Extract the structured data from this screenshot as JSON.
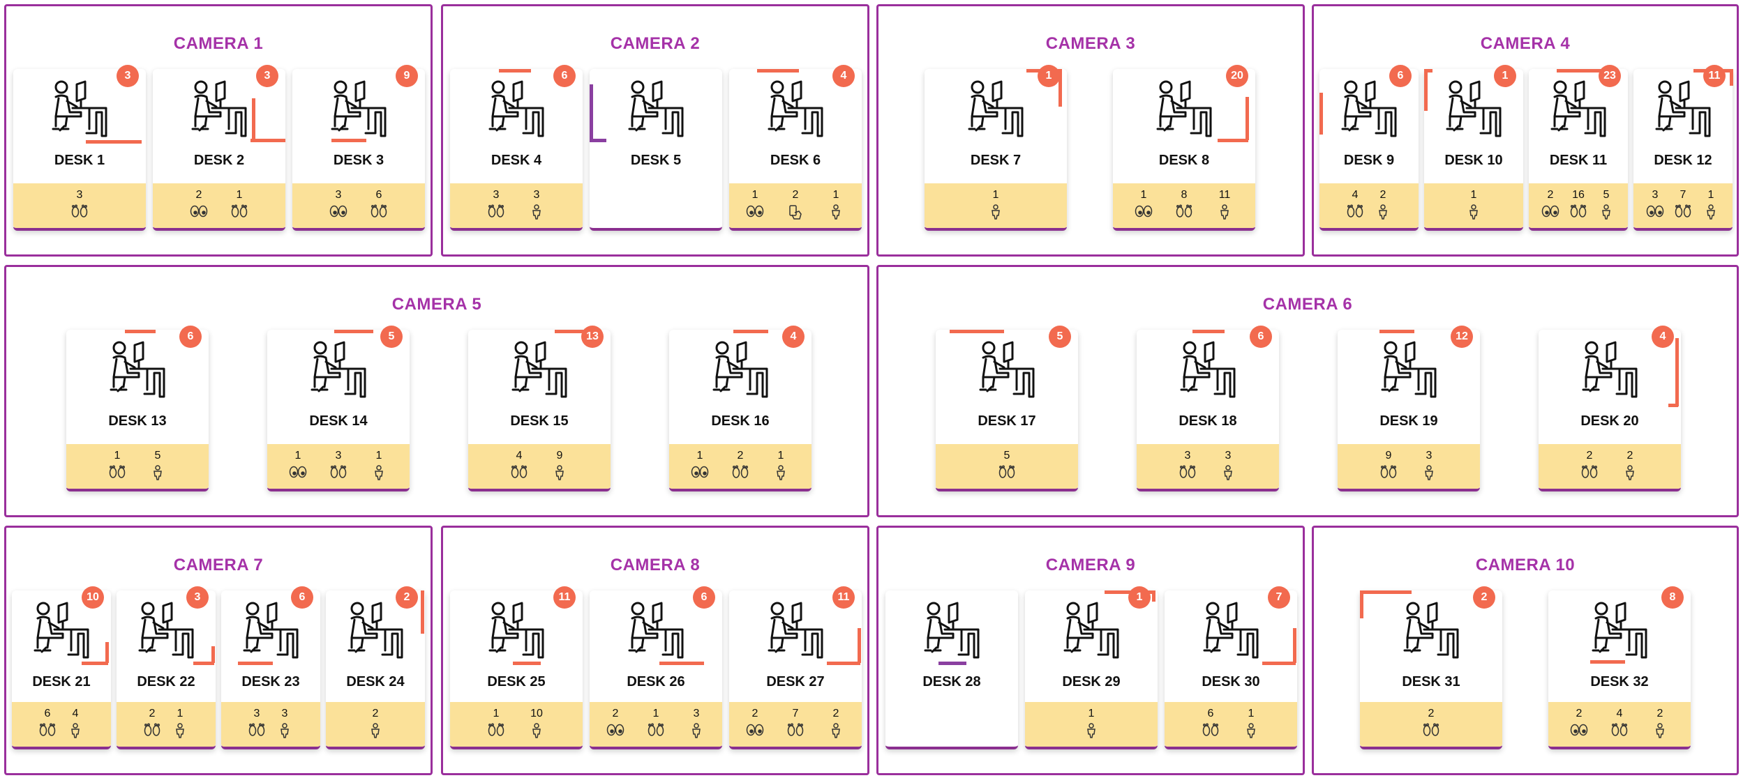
{
  "cameras": [
    {
      "title": "CAMERA 1",
      "desks": [
        {
          "name": "DESK 1",
          "badge": "3",
          "stats": [
            {
              "value": "3",
              "icon": "feet-icon"
            }
          ]
        },
        {
          "name": "DESK 2",
          "badge": "3",
          "stats": [
            {
              "value": "2",
              "icon": "eyes-icon"
            },
            {
              "value": "1",
              "icon": "feet-icon"
            }
          ]
        },
        {
          "name": "DESK 3",
          "badge": "9",
          "stats": [
            {
              "value": "3",
              "icon": "eyes-icon"
            },
            {
              "value": "6",
              "icon": "feet-icon"
            }
          ]
        }
      ]
    },
    {
      "title": "CAMERA 2",
      "desks": [
        {
          "name": "DESK 4",
          "badge": "6",
          "stats": [
            {
              "value": "3",
              "icon": "feet-icon"
            },
            {
              "value": "3",
              "icon": "person-icon"
            }
          ]
        },
        {
          "name": "DESK 5",
          "badge": null,
          "stats": []
        },
        {
          "name": "DESK 6",
          "badge": "4",
          "stats": [
            {
              "value": "1",
              "icon": "eyes-icon"
            },
            {
              "value": "2",
              "icon": "hand-phone-icon"
            },
            {
              "value": "1",
              "icon": "person-icon"
            }
          ]
        }
      ]
    },
    {
      "title": "CAMERA 3",
      "desks": [
        {
          "name": "DESK 7",
          "badge": "1",
          "stats": [
            {
              "value": "1",
              "icon": "person-icon"
            }
          ]
        },
        {
          "name": "DESK 8",
          "badge": "20",
          "stats": [
            {
              "value": "1",
              "icon": "eyes-icon"
            },
            {
              "value": "8",
              "icon": "feet-icon"
            },
            {
              "value": "11",
              "icon": "person-icon"
            }
          ]
        }
      ]
    },
    {
      "title": "CAMERA 4",
      "desks": [
        {
          "name": "DESK 9",
          "badge": "6",
          "stats": [
            {
              "value": "4",
              "icon": "feet-icon"
            },
            {
              "value": "2",
              "icon": "person-icon"
            }
          ]
        },
        {
          "name": "DESK 10",
          "badge": "1",
          "stats": [
            {
              "value": "1",
              "icon": "person-icon"
            }
          ]
        },
        {
          "name": "DESK 11",
          "badge": "23",
          "stats": [
            {
              "value": "2",
              "icon": "eyes-icon"
            },
            {
              "value": "16",
              "icon": "feet-icon"
            },
            {
              "value": "5",
              "icon": "person-icon"
            }
          ]
        },
        {
          "name": "DESK 12",
          "badge": "11",
          "stats": [
            {
              "value": "3",
              "icon": "eyes-icon"
            },
            {
              "value": "7",
              "icon": "feet-icon"
            },
            {
              "value": "1",
              "icon": "person-icon"
            }
          ]
        }
      ]
    },
    {
      "title": "CAMERA 5",
      "desks": [
        {
          "name": "DESK 13",
          "badge": "6",
          "stats": [
            {
              "value": "1",
              "icon": "feet-icon"
            },
            {
              "value": "5",
              "icon": "person-icon"
            }
          ]
        },
        {
          "name": "DESK 14",
          "badge": "5",
          "stats": [
            {
              "value": "1",
              "icon": "eyes-icon"
            },
            {
              "value": "3",
              "icon": "feet-icon"
            },
            {
              "value": "1",
              "icon": "person-icon"
            }
          ]
        },
        {
          "name": "DESK 15",
          "badge": "13",
          "stats": [
            {
              "value": "4",
              "icon": "feet-icon"
            },
            {
              "value": "9",
              "icon": "person-icon"
            }
          ]
        },
        {
          "name": "DESK 16",
          "badge": "4",
          "stats": [
            {
              "value": "1",
              "icon": "eyes-icon"
            },
            {
              "value": "2",
              "icon": "feet-icon"
            },
            {
              "value": "1",
              "icon": "person-icon"
            }
          ]
        }
      ]
    },
    {
      "title": "CAMERA 6",
      "desks": [
        {
          "name": "DESK 17",
          "badge": "5",
          "stats": [
            {
              "value": "5",
              "icon": "feet-icon"
            }
          ]
        },
        {
          "name": "DESK 18",
          "badge": "6",
          "stats": [
            {
              "value": "3",
              "icon": "feet-icon"
            },
            {
              "value": "3",
              "icon": "person-icon"
            }
          ]
        },
        {
          "name": "DESK 19",
          "badge": "12",
          "stats": [
            {
              "value": "9",
              "icon": "feet-icon"
            },
            {
              "value": "3",
              "icon": "person-icon"
            }
          ]
        },
        {
          "name": "DESK 20",
          "badge": "4",
          "stats": [
            {
              "value": "2",
              "icon": "feet-icon"
            },
            {
              "value": "2",
              "icon": "person-icon"
            }
          ]
        }
      ]
    },
    {
      "title": "CAMERA 7",
      "desks": [
        {
          "name": "DESK 21",
          "badge": "10",
          "stats": [
            {
              "value": "6",
              "icon": "feet-icon"
            },
            {
              "value": "4",
              "icon": "person-icon"
            }
          ]
        },
        {
          "name": "DESK 22",
          "badge": "3",
          "stats": [
            {
              "value": "2",
              "icon": "feet-icon"
            },
            {
              "value": "1",
              "icon": "person-icon"
            }
          ]
        },
        {
          "name": "DESK 23",
          "badge": "6",
          "stats": [
            {
              "value": "3",
              "icon": "feet-icon"
            },
            {
              "value": "3",
              "icon": "person-icon"
            }
          ]
        },
        {
          "name": "DESK 24",
          "badge": "2",
          "stats": [
            {
              "value": "2",
              "icon": "person-icon"
            }
          ]
        }
      ]
    },
    {
      "title": "CAMERA 8",
      "desks": [
        {
          "name": "DESK 25",
          "badge": "11",
          "stats": [
            {
              "value": "1",
              "icon": "feet-icon"
            },
            {
              "value": "10",
              "icon": "person-icon"
            }
          ]
        },
        {
          "name": "DESK 26",
          "badge": "6",
          "stats": [
            {
              "value": "2",
              "icon": "eyes-icon"
            },
            {
              "value": "1",
              "icon": "feet-icon"
            },
            {
              "value": "3",
              "icon": "person-icon"
            }
          ]
        },
        {
          "name": "DESK 27",
          "badge": "11",
          "stats": [
            {
              "value": "2",
              "icon": "eyes-icon"
            },
            {
              "value": "7",
              "icon": "feet-icon"
            },
            {
              "value": "2",
              "icon": "person-icon"
            }
          ]
        }
      ]
    },
    {
      "title": "CAMERA 9",
      "desks": [
        {
          "name": "DESK 28",
          "badge": null,
          "stats": []
        },
        {
          "name": "DESK 29",
          "badge": "1",
          "stats": [
            {
              "value": "1",
              "icon": "person-icon"
            }
          ]
        },
        {
          "name": "DESK 30",
          "badge": "7",
          "stats": [
            {
              "value": "6",
              "icon": "feet-icon"
            },
            {
              "value": "1",
              "icon": "person-icon"
            }
          ]
        }
      ]
    },
    {
      "title": "CAMERA 10",
      "desks": [
        {
          "name": "DESK 31",
          "badge": "2",
          "stats": [
            {
              "value": "2",
              "icon": "feet-icon"
            }
          ]
        },
        {
          "name": "DESK 32",
          "badge": "8",
          "stats": [
            {
              "value": "2",
              "icon": "eyes-icon"
            },
            {
              "value": "4",
              "icon": "feet-icon"
            },
            {
              "value": "2",
              "icon": "person-icon"
            }
          ]
        }
      ]
    }
  ]
}
